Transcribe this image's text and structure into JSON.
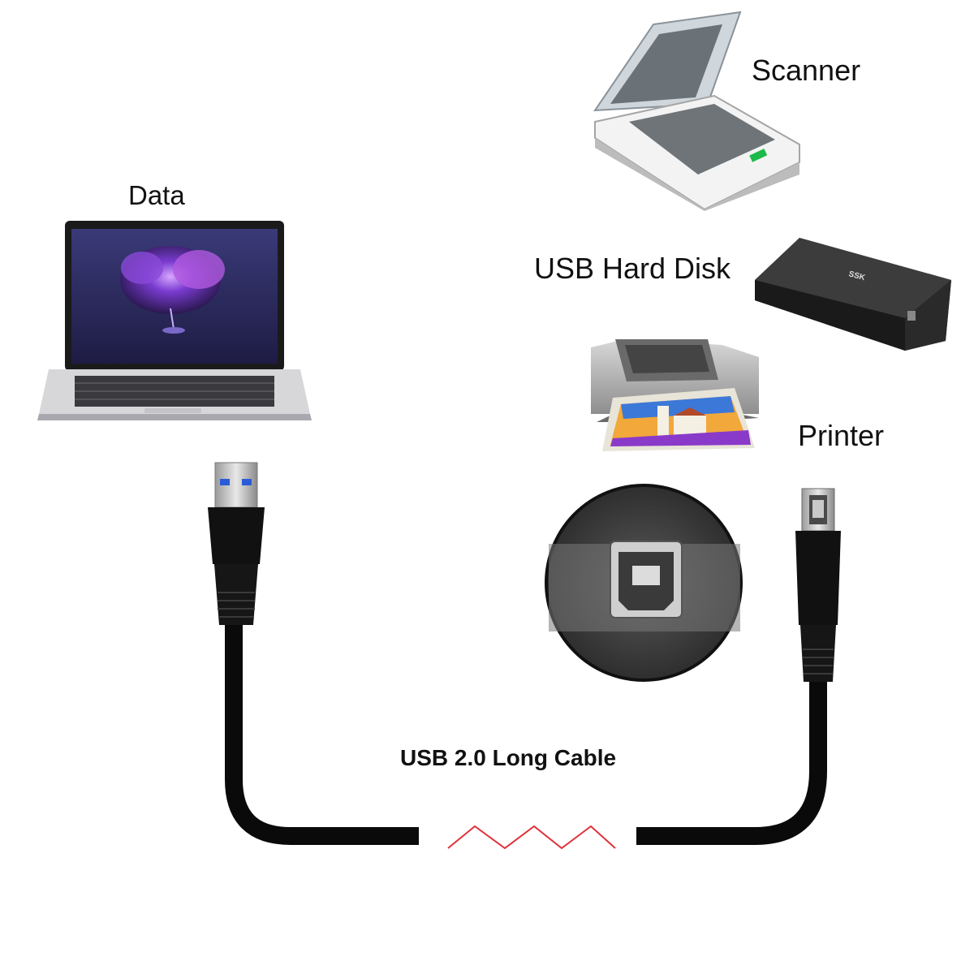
{
  "labels": {
    "data": "Data",
    "scanner": "Scanner",
    "usb_hard_disk": "USB Hard Disk",
    "printer": "Printer",
    "cable": "USB 2.0 Long Cable"
  },
  "disk_brand": "SSK",
  "icons": [
    "laptop-icon",
    "scanner-icon",
    "hard-disk-icon",
    "printer-icon",
    "usb-a-plug-icon",
    "usb-b-plug-icon",
    "usb-b-port-icon",
    "zigzag-break-icon"
  ],
  "colors": {
    "cable": "#0a0a0a",
    "zigzag": "#e0303a",
    "usb_a_blue": "#2b5bd6",
    "scanner_led": "#1db94a"
  }
}
